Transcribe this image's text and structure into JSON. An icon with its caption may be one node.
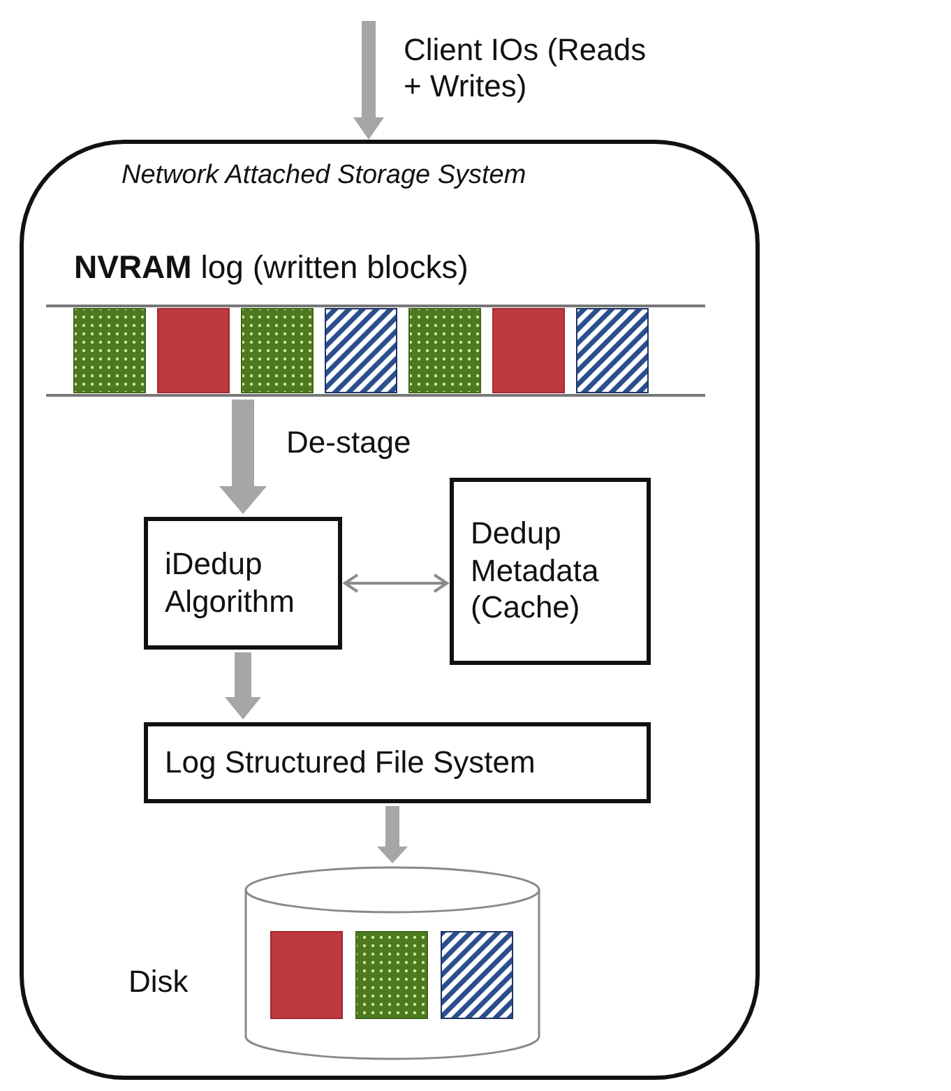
{
  "diagram": {
    "nodes": [
      {
        "text": [
          "Network Attached Storage System"
        ]
      },
      {
        "text": [
          "**NVRAM** log (written blocks)"
        ],
        "in": 0
      },
      {
        "text": [
          "iDedup Algorithm"
        ],
        "in": 0
      },
      {
        "text": [
          "Dedup Metadata (Cache)"
        ],
        "in": 0
      },
      {
        "text": [
          "Log Structured File System"
        ],
        "in": 0
      },
      {
        "text": [
          "Disk"
        ],
        "in": 0
      }
    ],
    "edges": [
      {
        "from": null,
        "to": 0,
        "arrow": "to",
        "label": "Client IOs (Reads + Writes)"
      },
      {
        "from": 1,
        "to": 2,
        "arrow": "to",
        "label": "De-stage"
      },
      {
        "from": 2,
        "to": 3,
        "arrow": "both"
      },
      {
        "from": 2,
        "to": 4,
        "arrow": "to"
      },
      {
        "from": 4,
        "to": 5,
        "arrow": "to"
      }
    ]
  }
}
